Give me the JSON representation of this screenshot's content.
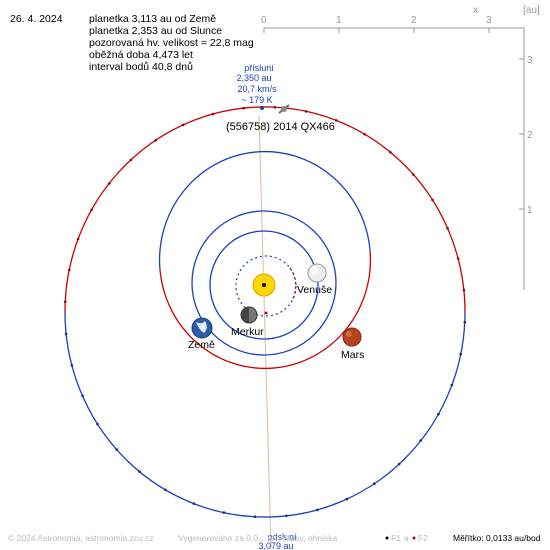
{
  "header": {
    "date": "26. 4. 2024",
    "lines": [
      "planetka 3,113 au od Země",
      "planetka 2,353 au od Slunce",
      "pozorovaná hv. velikost = 22,8 mag",
      "oběžná doba 4,473 let",
      "interval bodů 40,8 dnů"
    ]
  },
  "axes": {
    "x_label": "x",
    "unit_label": "[au]",
    "x_ticks": [
      "0",
      "1",
      "2",
      "3"
    ],
    "y_ticks": [
      "3",
      "2",
      "1"
    ]
  },
  "perihelion": {
    "title": "přísluní",
    "distance": "2,350 au",
    "speed": "20,7 km/s",
    "temp": "~ 179 K"
  },
  "aphelion": {
    "title": "odsluní",
    "distance": "3,079 au"
  },
  "asteroid": {
    "label": "(556758) 2014 QX466"
  },
  "planets": {
    "venus": "Venuše",
    "mercury": "Merkur",
    "earth": "Země",
    "mars": "Mars"
  },
  "footer": {
    "copyright": "© 2024 Astronomia, astronomia.zcu.cz",
    "generated": "Vygenerováno za 0,0... řed elipsy, ohniska",
    "f1": "F1",
    "and": "a",
    "f2": "F2",
    "scale": "Měřítko: 0,0133 au/bod"
  },
  "colors": {
    "orbit_above": "#cc0000",
    "orbit_below": "#1a3fbf",
    "sun": "#ffd800",
    "apsis_line": "#e8b898",
    "info_blue": "#1a3fbf"
  }
}
